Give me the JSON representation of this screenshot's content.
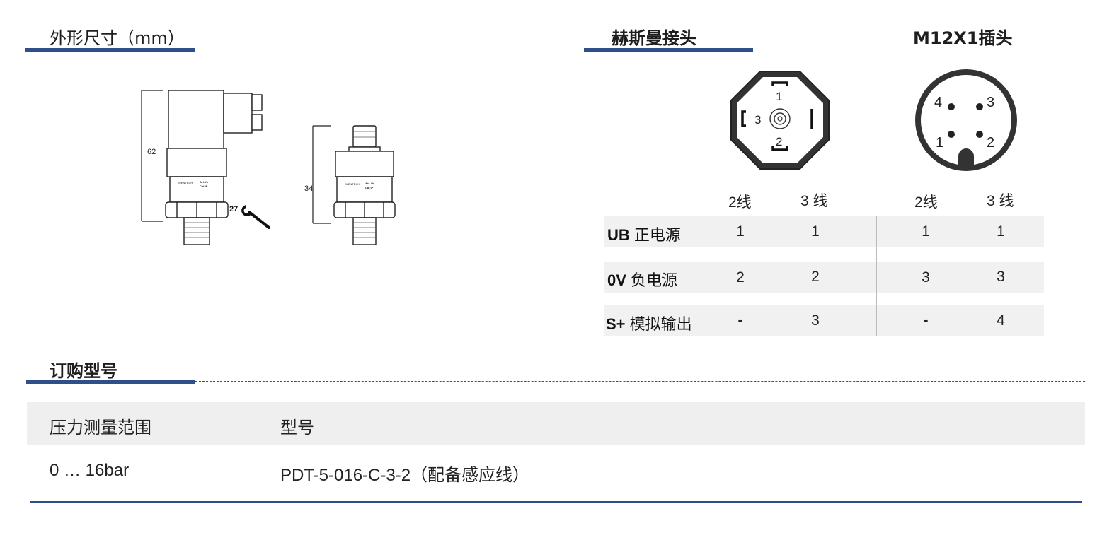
{
  "dimensions": {
    "title": "外形尺寸（mm）",
    "height_large": "62",
    "height_small": "34",
    "wrench_size": "27",
    "label_brand": "WENTECH",
    "label_art": "Art.-Nr",
    "label_cat": "Cat IP"
  },
  "connectors": {
    "hirschmann_title": "赫斯曼接头",
    "m12_title": "M12X1插头",
    "hirschmann_pins": [
      "1",
      "2",
      "3"
    ],
    "m12_pins": [
      "1",
      "2",
      "3",
      "4"
    ]
  },
  "pin_table": {
    "headers": [
      "2线",
      "3 线",
      "2线",
      "3 线"
    ],
    "rows": [
      {
        "code": "UB",
        "name": "正电源",
        "values": [
          "1",
          "1",
          "1",
          "1"
        ]
      },
      {
        "code": "0V",
        "name": "负电源",
        "values": [
          "2",
          "2",
          "3",
          "3"
        ]
      },
      {
        "code": "S+",
        "name": "模拟输出",
        "values": [
          "-",
          "3",
          "-",
          "4"
        ]
      }
    ]
  },
  "order": {
    "title": "订购型号",
    "col_range": "压力测量范围",
    "col_model": "型号",
    "rows": [
      {
        "range": "0 … 16bar",
        "model": "PDT-5-016-C-3-2（配备感应线）"
      }
    ]
  },
  "colors": {
    "accent": "#2e4f8a",
    "row_bg": "#f1f1f1",
    "header_bg": "#efefef"
  }
}
